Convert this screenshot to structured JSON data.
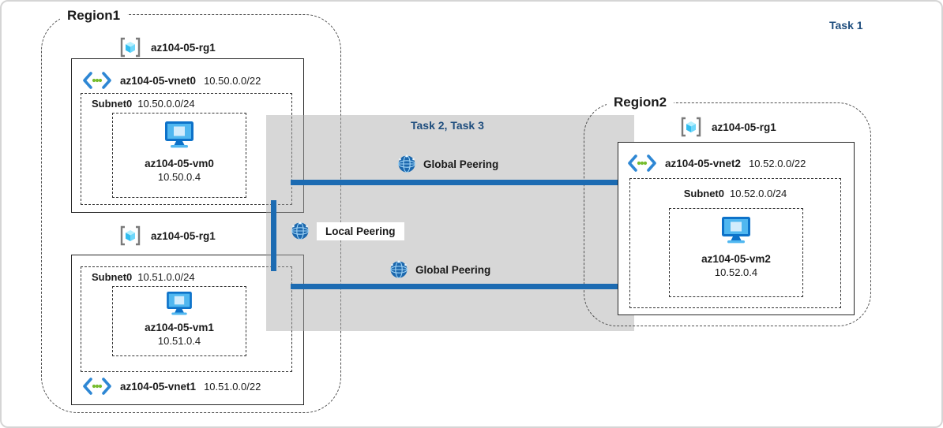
{
  "labels": {
    "task1": "Task 1",
    "task23": "Task 2, Task 3"
  },
  "region1": {
    "label": "Region1",
    "rg_top": {
      "name": "az104-05-rg1",
      "vnet": {
        "name": "az104-05-vnet0",
        "cidr": "10.50.0.0/22"
      },
      "subnet": {
        "name": "Subnet0",
        "cidr": "10.50.0.0/24"
      },
      "vm": {
        "name": "az104-05-vm0",
        "ip": "10.50.0.4"
      }
    },
    "rg_bottom": {
      "name": "az104-05-rg1",
      "subnet": {
        "name": "Subnet0",
        "cidr": "10.51.0.0/24"
      },
      "vm": {
        "name": "az104-05-vm1",
        "ip": "10.51.0.4"
      },
      "vnet": {
        "name": "az104-05-vnet1",
        "cidr": "10.51.0.0/22"
      }
    }
  },
  "region2": {
    "label": "Region2",
    "rg": {
      "name": "az104-05-rg1",
      "vnet": {
        "name": "az104-05-vnet2",
        "cidr": "10.52.0.0/22"
      },
      "subnet": {
        "name": "Subnet0",
        "cidr": "10.52.0.0/24"
      },
      "vm": {
        "name": "az104-05-vm2",
        "ip": "10.52.0.4"
      }
    }
  },
  "peerings": {
    "global_top": {
      "label": "Global Peering"
    },
    "local": {
      "label": "Local Peering"
    },
    "global_bottom": {
      "label": "Global Peering"
    }
  },
  "icons": {
    "resource_group": "resource-group-cube-icon",
    "virtual_network": "virtual-network-chevron-icon",
    "virtual_machine": "virtual-machine-monitor-icon",
    "peering": "globe-peering-icon"
  },
  "colors": {
    "connector": "#1c6bb2",
    "task_text": "#1f4e7e",
    "overlay": "#acacac"
  }
}
